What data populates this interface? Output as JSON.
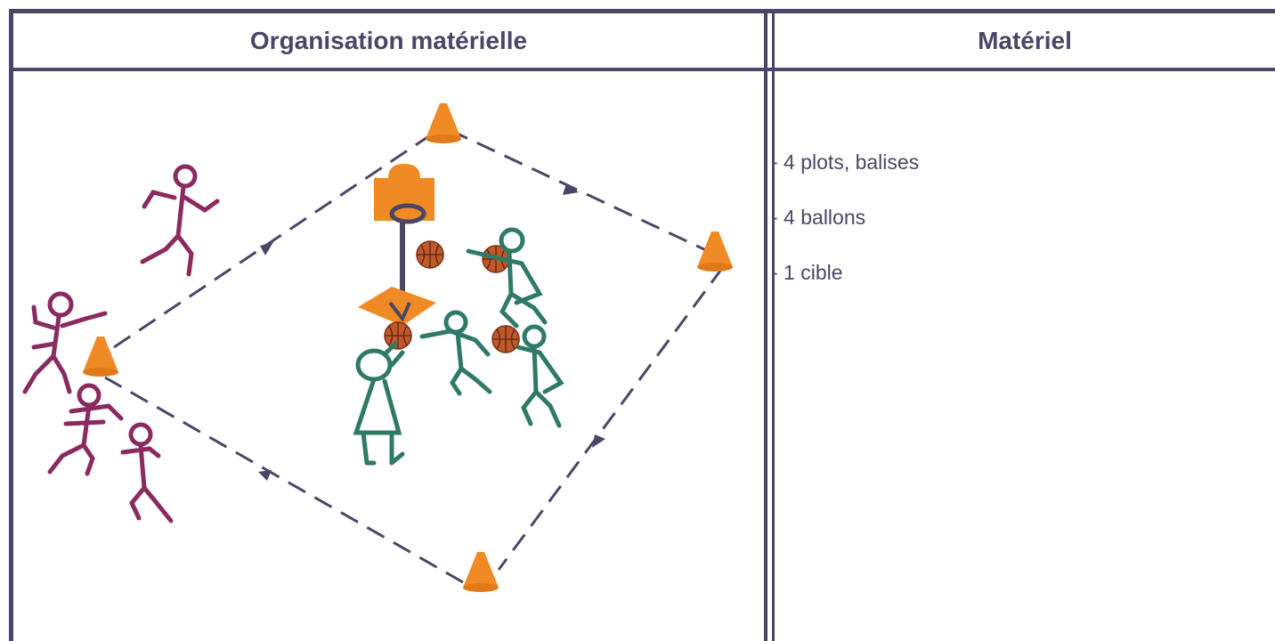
{
  "table": {
    "header_left": "Organisation matérielle",
    "header_right": "Matériel"
  },
  "materiel": [
    "- 4 plots, balises",
    "- 4 ballons",
    "- 1 cible"
  ],
  "colors": {
    "border": "#4a4766",
    "cone": "#f08a24",
    "attackers": "#8a2a5e",
    "defenders": "#2f7a66",
    "ball": "#c0582a",
    "path": "#4a4766"
  },
  "icons": [
    "cone-icon",
    "basketball-hoop-icon",
    "basketball-icon",
    "stick-figure-icon",
    "arrow-icon"
  ]
}
